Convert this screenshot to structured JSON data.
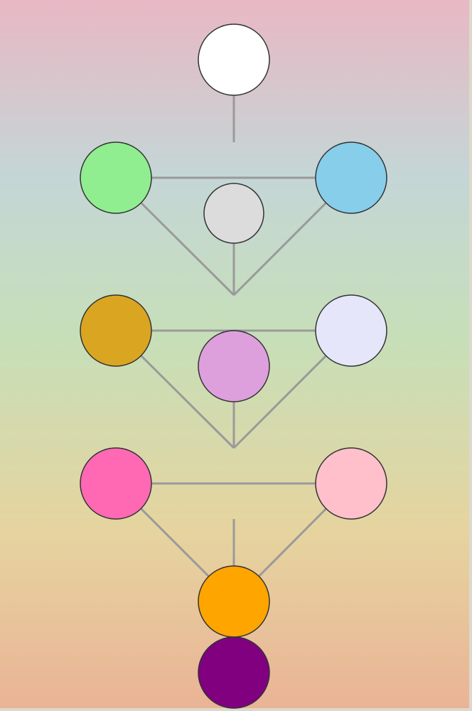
{
  "diagram": {
    "background_gradient": [
      "#e8b8c4",
      "#c4d6d6",
      "#c7dfb8",
      "#e6d49f",
      "#eab396"
    ],
    "line_color": "#9a9a9a",
    "node_border_color": "#333333",
    "nodes": [
      {
        "id": "top",
        "color": "#ffffff"
      },
      {
        "id": "upper-left",
        "color": "#90ee90"
      },
      {
        "id": "upper-right",
        "color": "#87ceeb"
      },
      {
        "id": "upper-center",
        "color": "#dcdcdc"
      },
      {
        "id": "middle-left",
        "color": "#daa520"
      },
      {
        "id": "middle-right",
        "color": "#e6e6fa"
      },
      {
        "id": "middle-center",
        "color": "#dda0dd"
      },
      {
        "id": "lower-left",
        "color": "#ff69b4"
      },
      {
        "id": "lower-right",
        "color": "#ffc0cb"
      },
      {
        "id": "lower-center",
        "color": "#ffa500"
      },
      {
        "id": "bottom",
        "color": "#800080"
      }
    ]
  }
}
